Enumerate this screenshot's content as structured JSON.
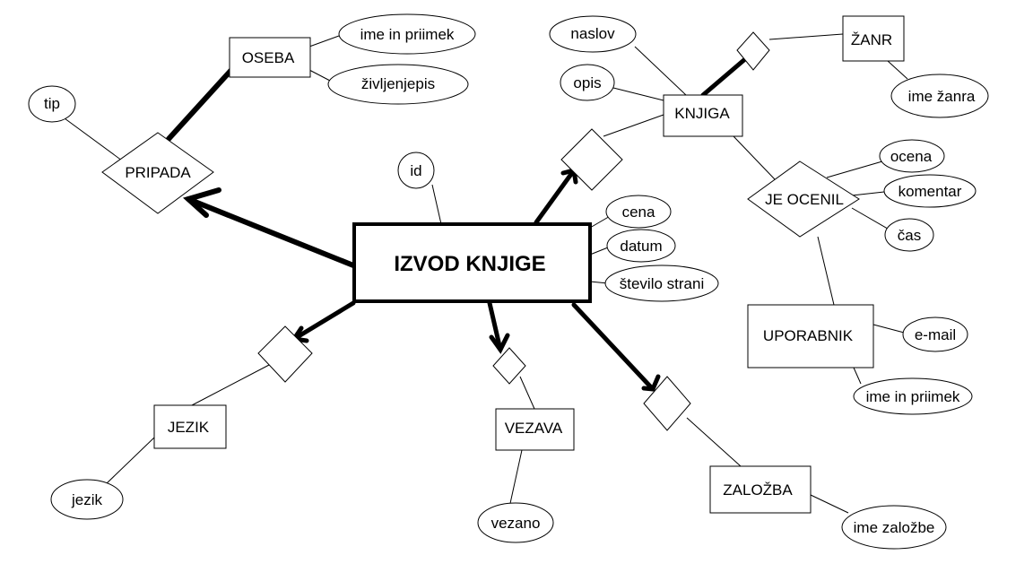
{
  "diagram": {
    "entities": {
      "izvod_knjige": "IZVOD KNJIGE",
      "oseba": "OSEBA",
      "knjiga": "KNJIGA",
      "zanr": "ŽANR",
      "uporabnik": "UPORABNIK",
      "jezik": "JEZIK",
      "vezava": "VEZAVA",
      "zalozba": "ZALOŽBA"
    },
    "relationships": {
      "pripada": "PRIPADA",
      "je_ocenil": "JE OCENIL"
    },
    "attributes": {
      "ime_in_priimek_oseba": "ime in priimek",
      "zivljenjepis": "življenjepis",
      "tip": "tip",
      "naslov": "naslov",
      "opis": "opis",
      "ime_zanra": "ime žanra",
      "ocena": "ocena",
      "komentar": "komentar",
      "cas": "čas",
      "id": "id",
      "cena": "cena",
      "datum": "datum",
      "stevilo_strani": "število strani",
      "email": "e-mail",
      "ime_in_priimek_uporabnik": "ime in priimek",
      "jezik": "jezik",
      "vezano": "vezano",
      "ime_zalozbe": "ime založbe"
    }
  }
}
